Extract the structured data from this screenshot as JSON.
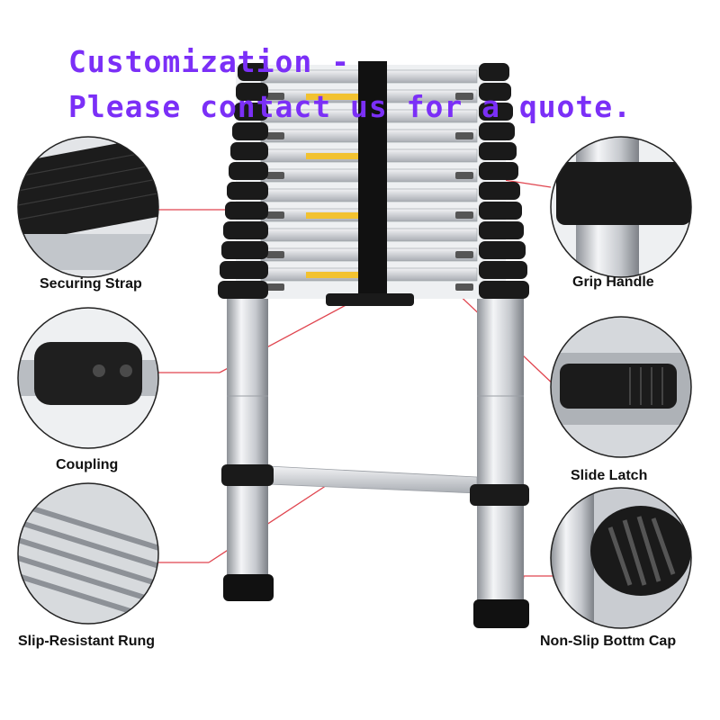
{
  "banner": {
    "line1": "Customization -",
    "line2": "Please contact us for a quote."
  },
  "callouts": {
    "securing_strap": "Securing Strap",
    "grip_handle": "Grip Handle",
    "coupling": "Coupling",
    "slide_latch": "Slide Latch",
    "slip_resistant_rung": "Slip-Resistant Rung",
    "non_slip_cap": "Non-Slip Bottm Cap"
  },
  "colors": {
    "banner_text": "#7b2ff7",
    "leader_line": "#e0454f",
    "aluminum": "#c9ccd1",
    "rubber": "#1a1a1a",
    "warning_label": "#f2c230"
  }
}
